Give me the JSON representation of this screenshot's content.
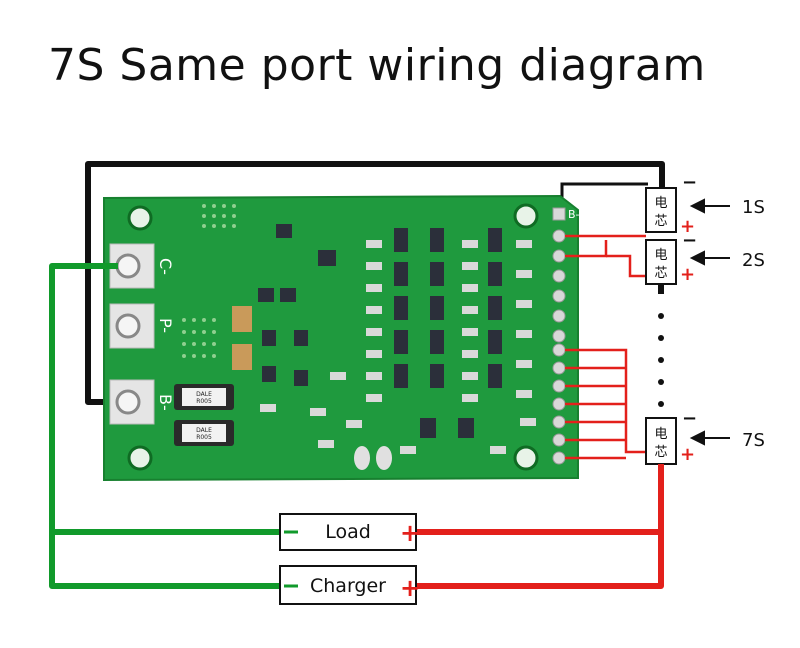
{
  "title": "7S Same port wiring diagram",
  "board": {
    "pad_labels": [
      "C-",
      "P-",
      "B-"
    ],
    "resistor_markings": [
      {
        "line1": "DALE",
        "line2": "R005"
      },
      {
        "line1": "DALE",
        "line2": "R005"
      }
    ],
    "connector_b_minus": "B-"
  },
  "cells": [
    {
      "glyph": "电芯",
      "callout": "1S"
    },
    {
      "glyph": "电芯",
      "callout": "2S"
    },
    {
      "glyph": "电芯",
      "callout": "7S"
    }
  ],
  "polarity": {
    "minus": "−",
    "plus": "+"
  },
  "loads": [
    {
      "label": "Load",
      "minus": "−",
      "plus": "+"
    },
    {
      "label": "Charger",
      "minus": "−",
      "plus": "+"
    }
  ],
  "colors": {
    "board_green": "#1f9a3e",
    "wire_black": "#111111",
    "wire_red": "#e3201b",
    "wire_green": "#119a2b"
  }
}
